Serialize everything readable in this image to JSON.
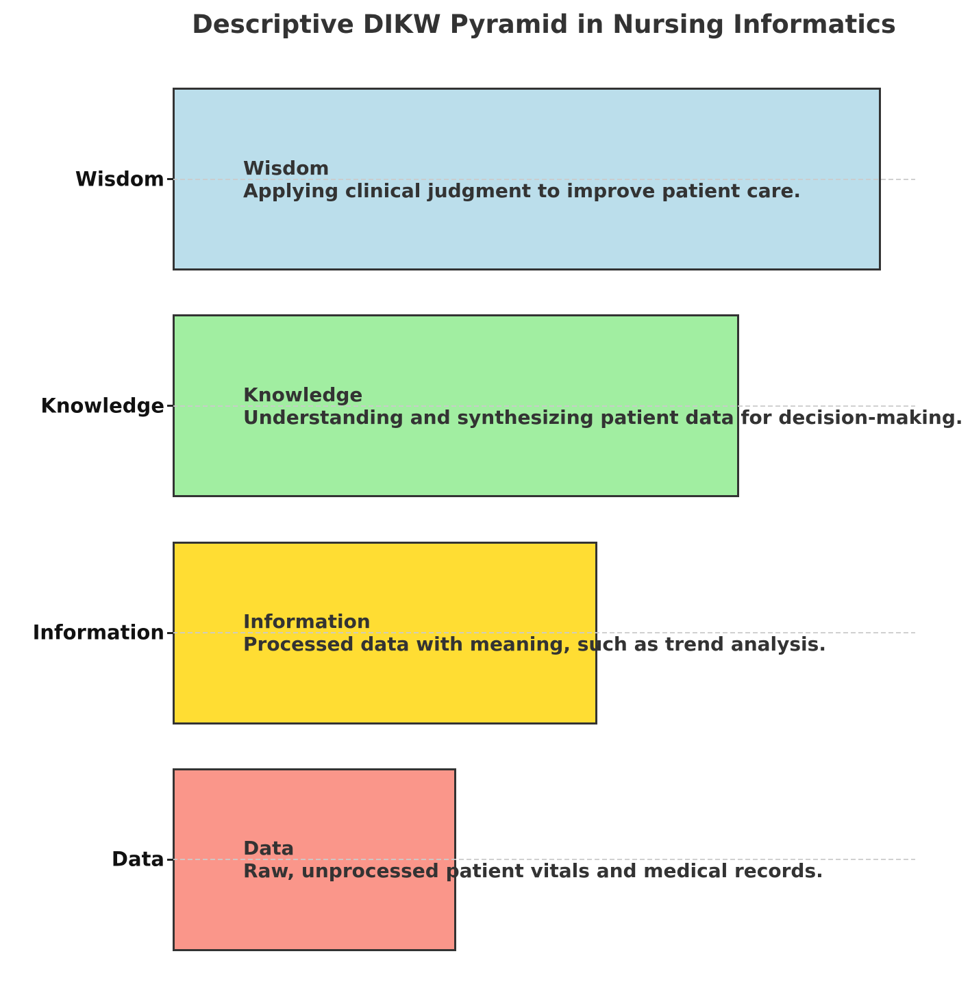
{
  "chart_data": {
    "type": "bar",
    "orientation": "horizontal",
    "title": "Descriptive DIKW Pyramid in Nursing Informatics",
    "categories": [
      "Wisdom",
      "Knowledge",
      "Information",
      "Data"
    ],
    "values": [
      5,
      4,
      3,
      2
    ],
    "xlabel": "",
    "ylabel": "",
    "xlim": [
      0,
      5.24
    ],
    "grid": {
      "axis": "y",
      "style": "dashed",
      "color": "#cbcbcb",
      "visible": true
    },
    "legend": "none",
    "axes_spines": "hidden",
    "items": [
      {
        "name": "Wisdom",
        "value": 5,
        "description": "Applying clinical judgment to improve patient care.",
        "fill": "#BBDEEB"
      },
      {
        "name": "Knowledge",
        "value": 4,
        "description": "Understanding and synthesizing patient data for decision-making.",
        "fill": "#A1EEA1"
      },
      {
        "name": "Information",
        "value": 3,
        "description": "Processed data with meaning, such as trend analysis.",
        "fill": "#FFDD33"
      },
      {
        "name": "Data",
        "value": 2,
        "description": "Raw, unprocessed patient vitals and medical records.",
        "fill": "#FA968A"
      }
    ],
    "style": {
      "bar_edge_color": "#333333",
      "bar_text_color": "#333333",
      "title_color": "#333333",
      "tick_label_color": "#111111",
      "background": "#ffffff"
    }
  }
}
